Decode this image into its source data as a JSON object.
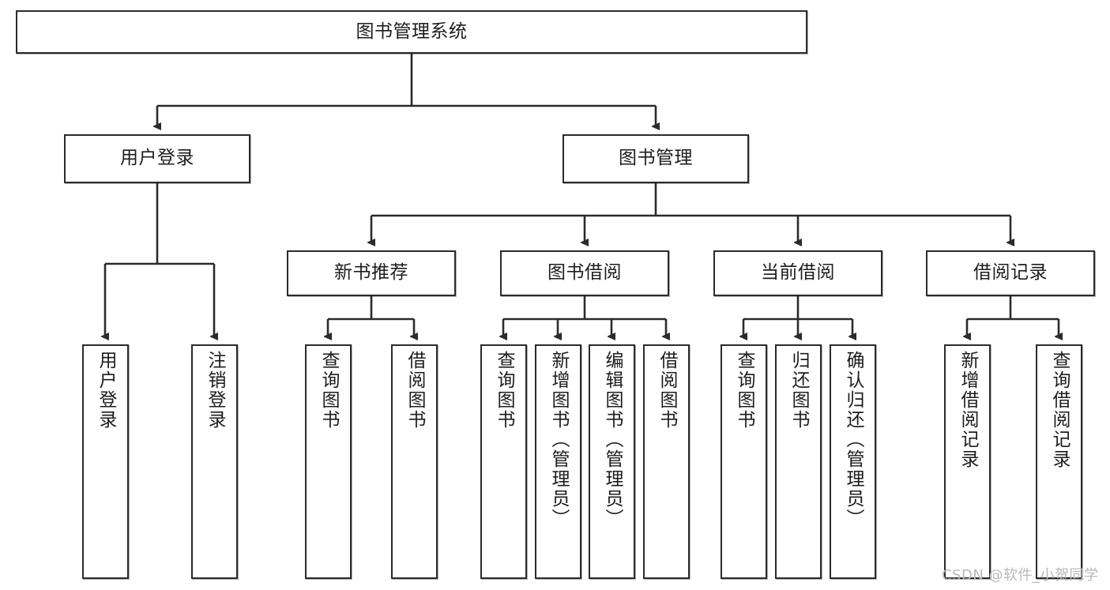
{
  "diagram": {
    "title": "图书管理系统",
    "type": "hierarchy-tree",
    "watermark": "CSDN @软件_小贺同学",
    "colors": {
      "box_border": "#2b2b2b",
      "box_fill": "#ffffff",
      "edge": "#2b2b2b",
      "text": "#1d1d1d",
      "watermark": "#b9b9b9",
      "background": "#ffffff"
    },
    "levels": {
      "root": {
        "label": "图书管理系统"
      },
      "level1": [
        {
          "label": "用户登录"
        },
        {
          "label": "图书管理"
        }
      ],
      "level2": [
        {
          "label": "新书推荐"
        },
        {
          "label": "图书借阅"
        },
        {
          "label": "当前借阅"
        },
        {
          "label": "借阅记录"
        }
      ],
      "leaves": {
        "user_login": [
          {
            "label": "用户登录"
          },
          {
            "label": "注销登录"
          }
        ],
        "new_book_recommend": [
          {
            "label": "查询图书"
          },
          {
            "label": "借阅图书"
          }
        ],
        "book_borrow": [
          {
            "label": "查询图书"
          },
          {
            "label": "新增图书（管理员）"
          },
          {
            "label": "编辑图书（管理员）"
          },
          {
            "label": "借阅图书"
          }
        ],
        "current_borrow": [
          {
            "label": "查询图书"
          },
          {
            "label": "归还图书"
          },
          {
            "label": "确认归还（管理员）"
          }
        ],
        "borrow_record": [
          {
            "label": "新增借阅记录"
          },
          {
            "label": "查询借阅记录"
          }
        ]
      }
    }
  }
}
